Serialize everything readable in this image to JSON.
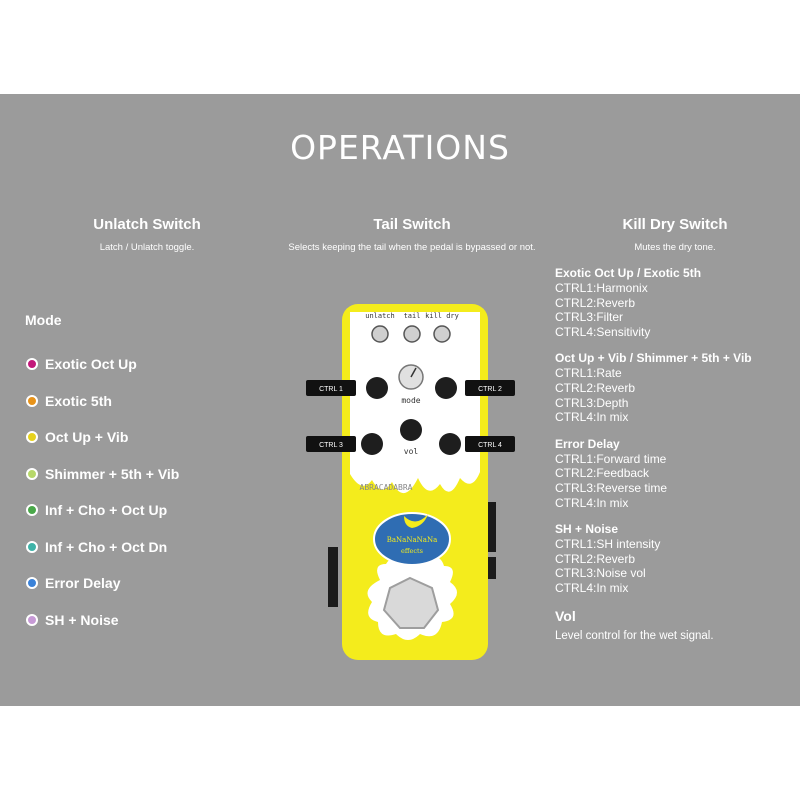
{
  "title": "OPERATIONS",
  "switches": [
    {
      "title": "Unlatch Switch",
      "desc": "Latch / Unlatch toggle."
    },
    {
      "title": "Tail Switch",
      "desc": "Selects keeping the tail when the pedal is bypassed or not."
    },
    {
      "title": "Kill Dry Switch",
      "desc": "Mutes the dry tone."
    }
  ],
  "mode": {
    "title": "Mode",
    "items": [
      {
        "label": "Exotic Oct Up",
        "color": "#c2187a"
      },
      {
        "label": "Exotic 5th",
        "color": "#e8931a"
      },
      {
        "label": "Oct Up + Vib",
        "color": "#e6d21e"
      },
      {
        "label": "Shimmer + 5th + Vib",
        "color": "#b7d86a"
      },
      {
        "label": "Inf + Cho + Oct Up",
        "color": "#4aa84a"
      },
      {
        "label": "Inf + Cho + Oct Dn",
        "color": "#3fb3a8"
      },
      {
        "label": "Error Delay",
        "color": "#3b82d8"
      },
      {
        "label": "SH + Noise",
        "color": "#c79ad6"
      }
    ]
  },
  "controls": [
    {
      "title": "Exotic Oct Up / Exotic 5th",
      "lines": [
        "CTRL1:Harmonix",
        "CTRL2:Reverb",
        "CTRL3:Filter",
        "CTRL4:Sensitivity"
      ]
    },
    {
      "title": "Oct Up + Vib / Shimmer + 5th + Vib",
      "lines": [
        "CTRL1:Rate",
        "CTRL2:Reverb",
        "CTRL3:Depth",
        "CTRL4:In mix"
      ]
    },
    {
      "title": "Error Delay",
      "lines": [
        "CTRL1:Forward time",
        "CTRL2:Feedback",
        "CTRL3:Reverse time",
        "CTRL4:In mix"
      ]
    },
    {
      "title": "SH + Noise",
      "lines": [
        "CTRL1:SH intensity",
        "CTRL2:Reverb",
        "CTRL3:Noise vol",
        "CTRL4:In mix"
      ]
    }
  ],
  "vol": {
    "title": "Vol",
    "desc": "Level control for the wet signal."
  },
  "pedal": {
    "switch_labels": [
      "unlatch",
      "tail",
      "kill dry"
    ],
    "mode_label": "mode",
    "vol_label": "vol",
    "ctrl_tags": [
      "CTRL 1",
      "CTRL 2",
      "CTRL 3",
      "CTRL 4"
    ],
    "brand": "ABRACADABRA",
    "logo_line1": "BaNaNaNaNa",
    "logo_line2": "effects",
    "body_color": "#f4ec1c"
  }
}
